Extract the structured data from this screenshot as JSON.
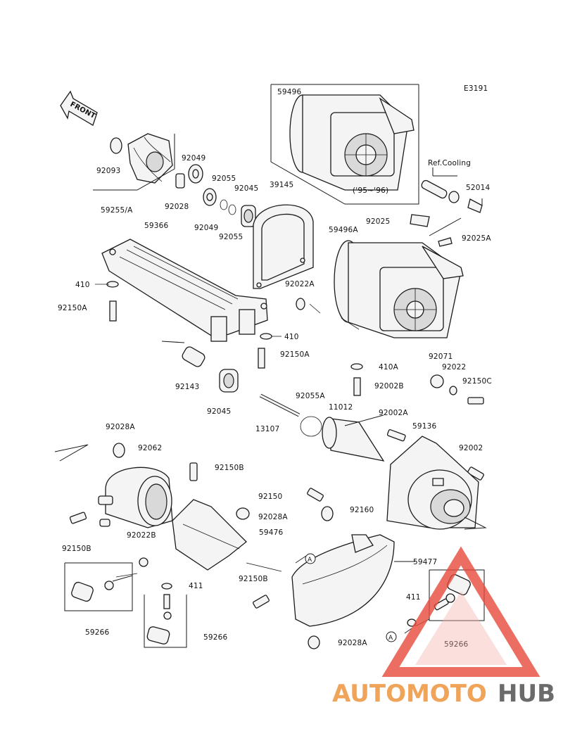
{
  "diagram": {
    "code": "E3191",
    "front_label": "FRONT",
    "ref_cooling": "Ref.Cooling",
    "year_note": "('95~'96)",
    "circle_marker": "A",
    "labels": {
      "p59496": "59496",
      "p92093": "92093",
      "p92049a": "92049",
      "p92055a": "92055",
      "p92045a": "92045",
      "p92028": "92028",
      "p92049b": "92049",
      "p92055b": "92055",
      "p39145": "39145",
      "p59255": "59255/A",
      "p52014": "52014",
      "p92025": "92025",
      "p59496A": "59496A",
      "p92025A": "92025A",
      "p59366": "59366",
      "p410a": "410",
      "p92022A": "92022A",
      "p92150A_a": "92150A",
      "p410b": "410",
      "p92150A_b": "92150A",
      "p92143": "92143",
      "p410A": "410A",
      "p92071": "92071",
      "p92022": "92022",
      "p92150C": "92150C",
      "p92002B": "92002B",
      "p92045b": "92045",
      "p92055A": "92055A",
      "p11012": "11012",
      "p92002A": "92002A",
      "p59136": "59136",
      "p13107": "13107",
      "p92028A_a": "92028A",
      "p92062": "92062",
      "p92002": "92002",
      "p92150B_a": "92150B",
      "p92150": "92150",
      "p92160": "92160",
      "p92028A_b": "92028A",
      "p59476": "59476",
      "p92150B_b": "92150B",
      "p92022B": "92022B",
      "p59477": "59477",
      "p411a": "411",
      "p92150B_c": "92150B",
      "p411b": "411",
      "p59266a": "59266",
      "p59266b": "59266",
      "p59266c": "59266",
      "p92028A_c": "92028A"
    }
  },
  "watermark": {
    "part1": "AUTOMOTO",
    "part2": "HUB",
    "color_primary": "#f0a45a",
    "color_secondary": "#6b6b6b",
    "triangle_color": "#e84a3c"
  }
}
